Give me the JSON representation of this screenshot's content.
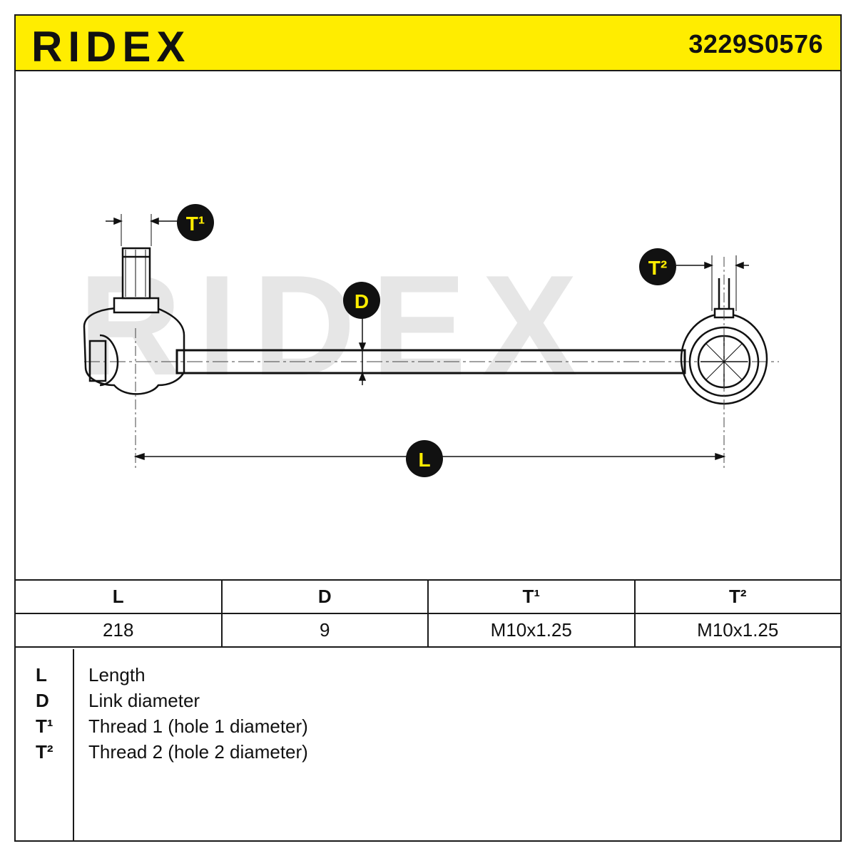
{
  "header": {
    "brand": "RIDEX",
    "part_number": "3229S0576",
    "accent_color": "#ffed00"
  },
  "drawing": {
    "watermark": "RIDEX",
    "callouts": {
      "t1": "T¹",
      "t2": "T²",
      "d": "D",
      "l": "L"
    }
  },
  "spec_table": {
    "headers": [
      "L",
      "D",
      "T¹",
      "T²"
    ],
    "values": [
      "218",
      "9",
      "M10x1.25",
      "M10x1.25"
    ]
  },
  "legend": [
    {
      "key": "L",
      "desc": "Length"
    },
    {
      "key": "D",
      "desc": "Link diameter"
    },
    {
      "key": "T¹",
      "desc": "Thread 1 (hole 1 diameter)"
    },
    {
      "key": "T²",
      "desc": "Thread 2 (hole 2 diameter)"
    }
  ]
}
